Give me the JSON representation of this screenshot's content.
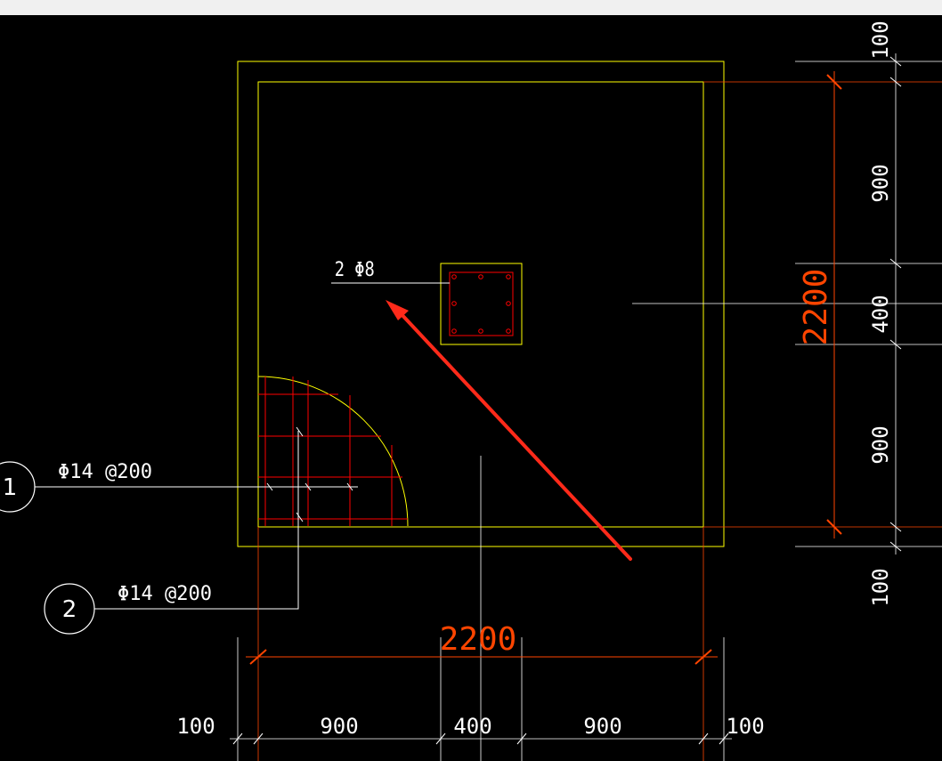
{
  "labels": {
    "bar_column": "2 Φ8",
    "bar1": "Φ14 @200",
    "bar2": "Φ14 @200",
    "callout1": "1",
    "callout2": "2"
  },
  "dims_horizontal": {
    "overall": "2200",
    "d1": "100",
    "d2": "900",
    "d3": "400",
    "d4": "900",
    "d5": "100"
  },
  "dims_vertical": {
    "overall": "2200",
    "d1": "100",
    "d2": "900",
    "d3": "400",
    "d4": "900",
    "d5": "100"
  },
  "colors": {
    "background": "#000000",
    "outline": "#ffff00",
    "rebar": "#ff0000",
    "dimension": "#ff4500",
    "text": "#ffffff",
    "arrow": "#ff2a1a"
  }
}
